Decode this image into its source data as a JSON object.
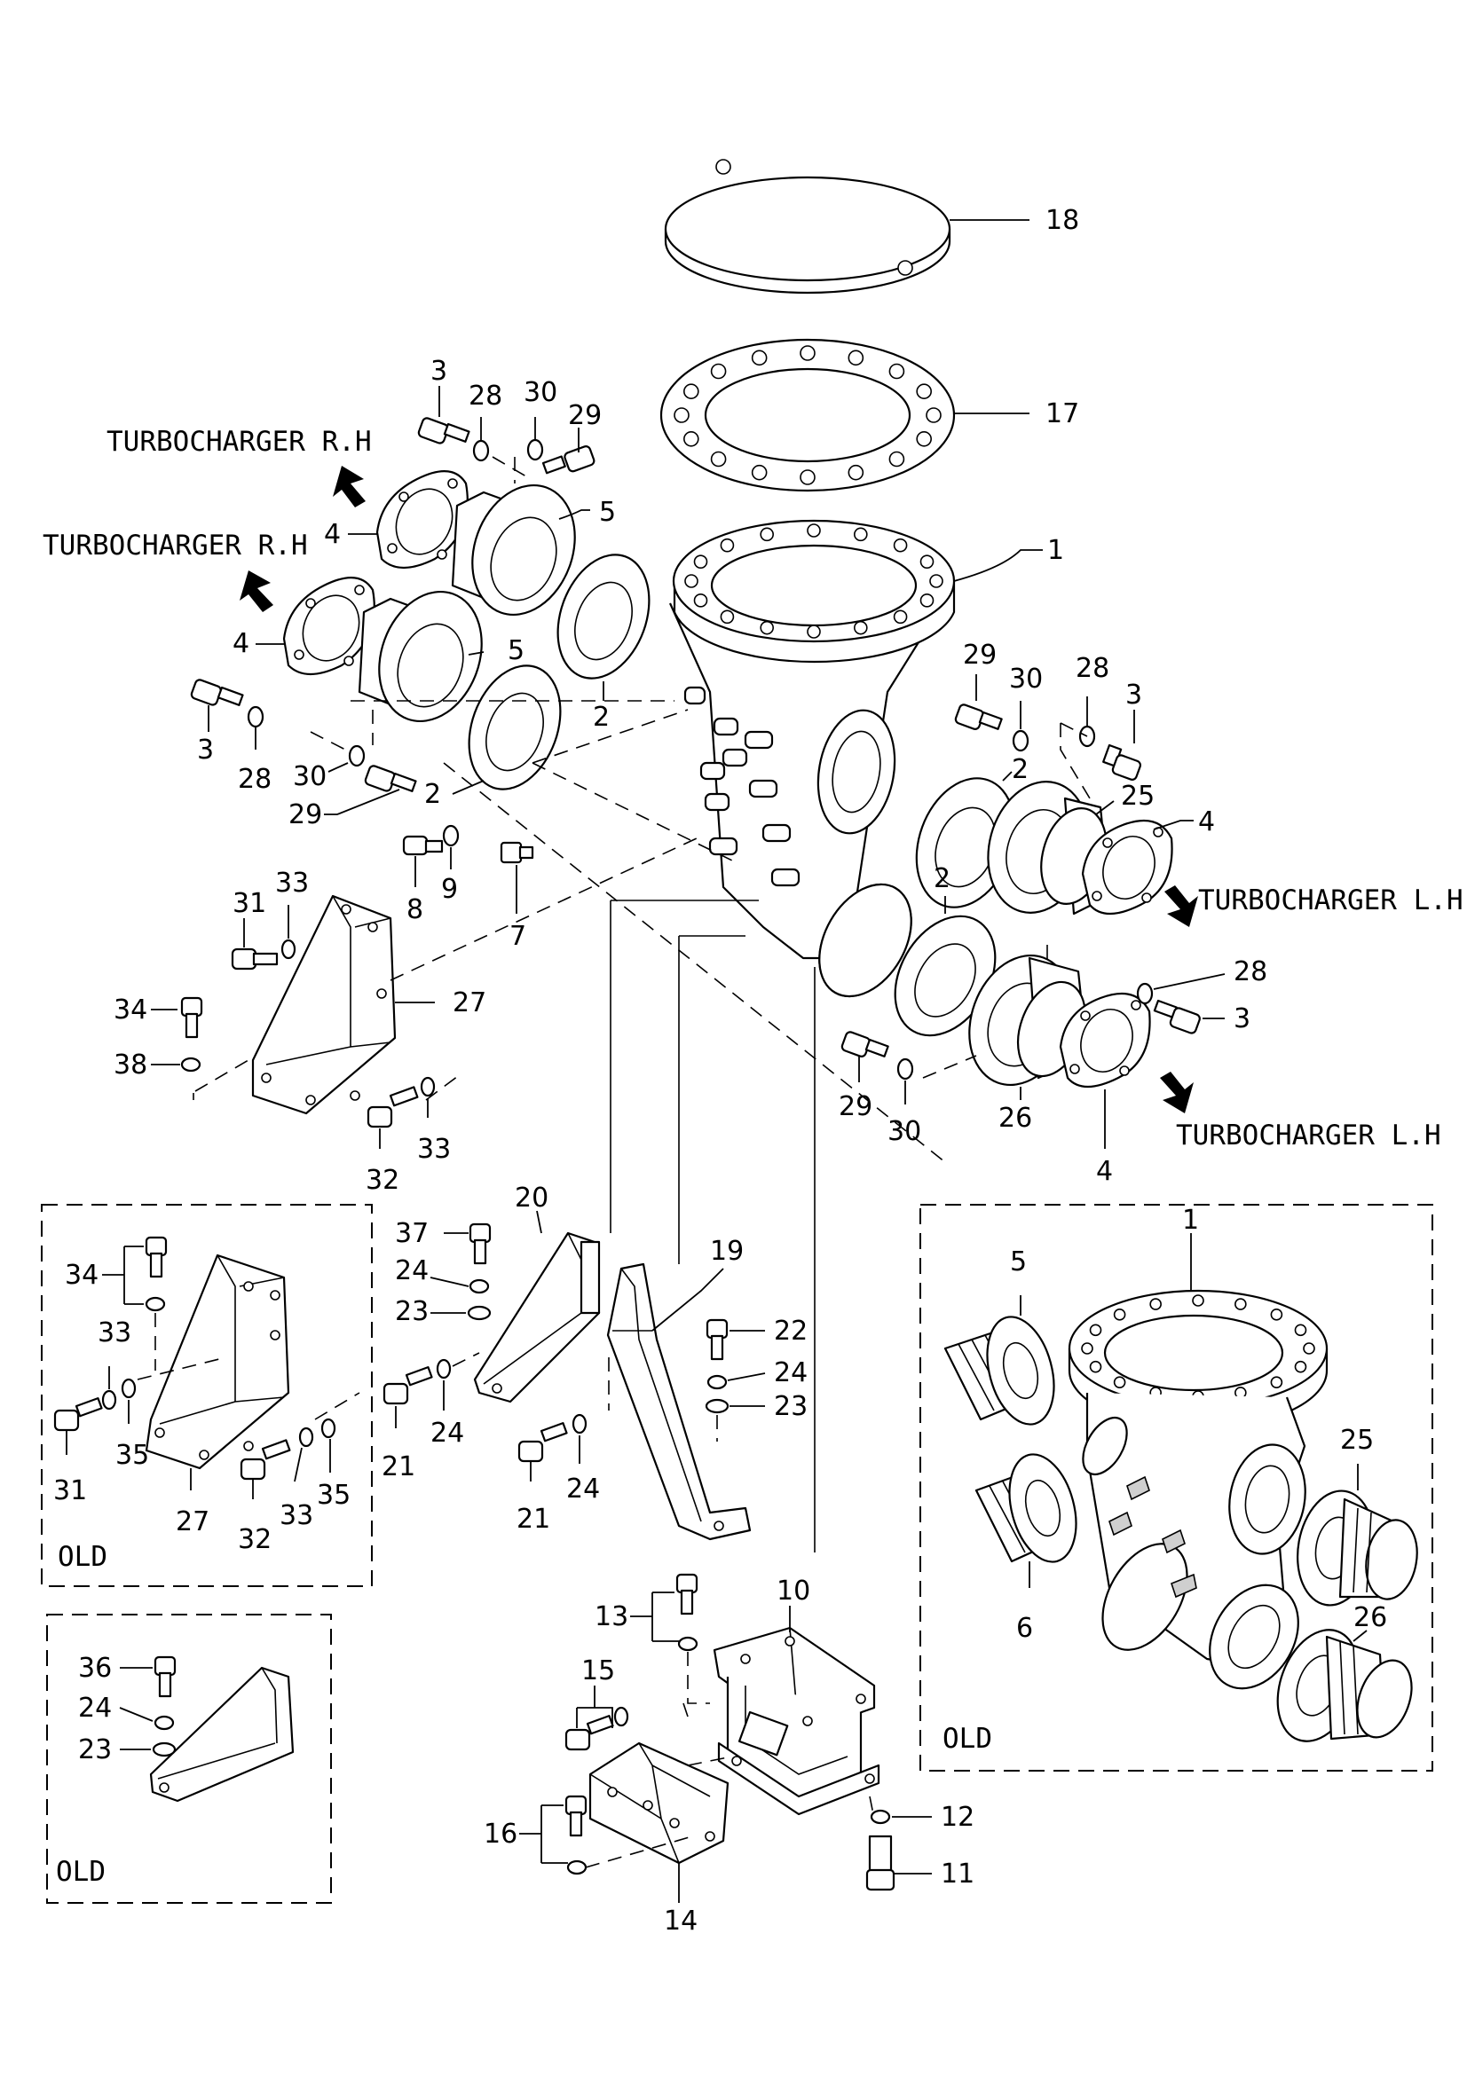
{
  "labels": {
    "turbo_rh_1": "TURBOCHARGER R.H",
    "turbo_rh_2": "TURBOCHARGER R.H",
    "turbo_lh_1": "TURBOCHARGER L.H",
    "turbo_lh_2": "TURBOCHARGER L.H",
    "old_1": "OLD",
    "old_2": "OLD",
    "old_3": "OLD"
  },
  "callouts": {
    "c1": "1",
    "c2": "2",
    "c3": "3",
    "c4": "4",
    "c5": "5",
    "c6": "6",
    "c7": "7",
    "c8": "8",
    "c9": "9",
    "c10": "10",
    "c11": "11",
    "c12": "12",
    "c13": "13",
    "c14": "14",
    "c15": "15",
    "c16": "16",
    "c17": "17",
    "c18": "18",
    "c19": "19",
    "c20": "20",
    "c21": "21",
    "c22": "22",
    "c23": "23",
    "c24": "24",
    "c25": "25",
    "c26": "26",
    "c27": "27",
    "c28": "28",
    "c29": "29",
    "c30": "30",
    "c31": "31",
    "c32": "32",
    "c33": "33",
    "c34": "34",
    "c35": "35",
    "c36": "36",
    "c37": "37",
    "c38": "38"
  }
}
